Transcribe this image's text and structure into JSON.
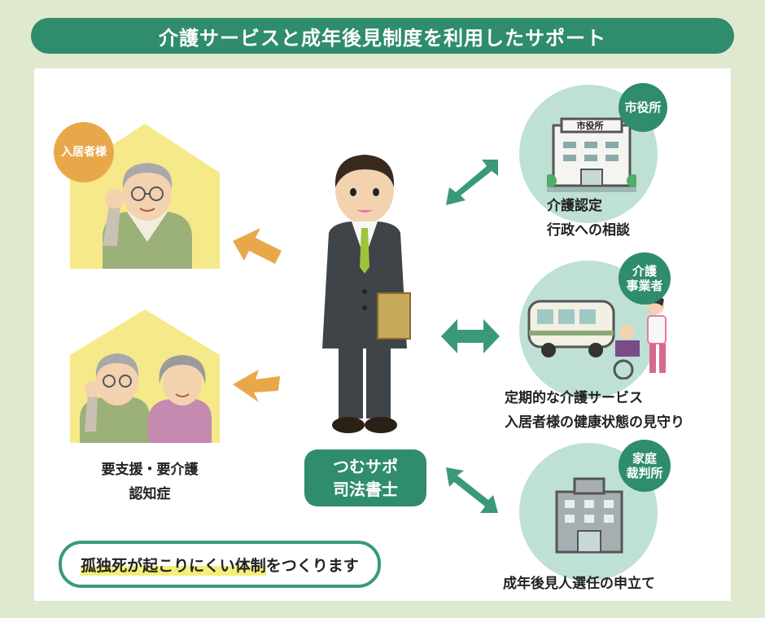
{
  "title": "介護サービスと成年後見制度を利用したサポート",
  "resident_badge": "入居者様",
  "care_levels": [
    "要支援・要介護",
    "認知症"
  ],
  "center": {
    "line1": "つむサポ",
    "line2": "司法書士"
  },
  "city_hall": {
    "badge": "市役所",
    "sign": "市役所",
    "items": [
      "介護認定",
      "行政への相談"
    ]
  },
  "care_provider": {
    "badge_line1": "介護",
    "badge_line2": "事業者",
    "items": [
      "定期的な介護サービス",
      "入居者様の健康状態の見守り"
    ]
  },
  "family_court": {
    "badge_line1": "家庭",
    "badge_line2": "裁判所",
    "items": [
      "成年後見人選任の申立て"
    ]
  },
  "note": {
    "highlight": "孤独死が起こりにくい体制",
    "rest": "をつくります"
  },
  "colors": {
    "green": "#2f8c6c",
    "orange": "#e8a84a",
    "house": "#f5e98a",
    "circle": "#bfe0d5",
    "background": "#dfe9cf"
  }
}
